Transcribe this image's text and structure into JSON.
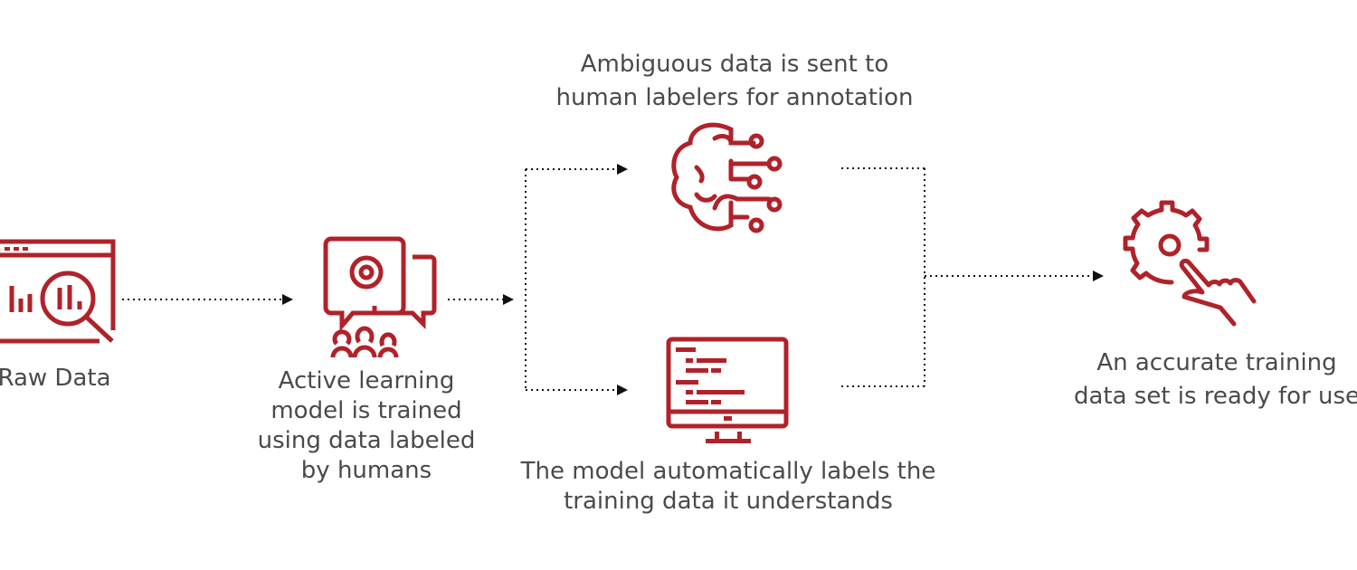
{
  "colors": {
    "accent": "#b0222a",
    "text": "#4a4a4a",
    "connector": "#111111"
  },
  "steps": {
    "raw_data": {
      "label": "Raw Data",
      "icon": "browser-chart-magnifier-icon"
    },
    "active_learning": {
      "lines": [
        "Active learning",
        "model is trained",
        "using data labeled",
        "by humans"
      ],
      "icon": "gear-chat-people-icon"
    },
    "ambiguous": {
      "lines": [
        "Ambiguous data is sent to",
        "human labelers for annotation"
      ],
      "icon": "brain-circuit-icon"
    },
    "automatic": {
      "lines": [
        "The model automatically labels the",
        "training data it understands"
      ],
      "icon": "monitor-code-icon"
    },
    "ready": {
      "lines": [
        "An accurate training",
        "data set is ready for use"
      ],
      "icon": "gear-hand-icon"
    }
  }
}
